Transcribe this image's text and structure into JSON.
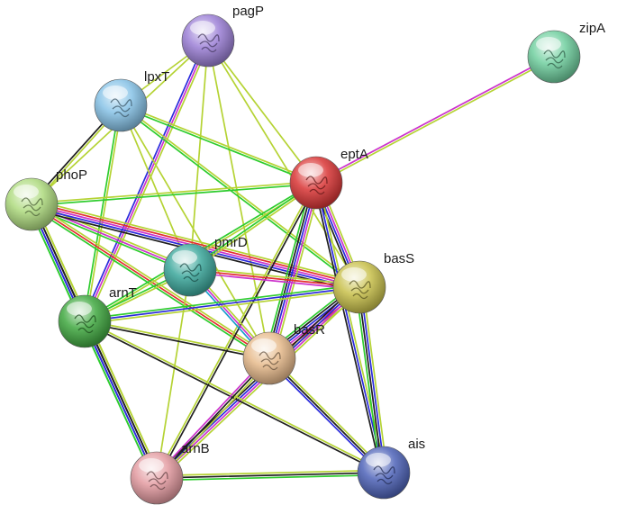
{
  "network": {
    "nodes": [
      {
        "id": "pagP",
        "label": "pagP",
        "color": "#9b7fd6"
      },
      {
        "id": "zipA",
        "label": "zipA",
        "color": "#6fcf9f"
      },
      {
        "id": "lpxT",
        "label": "lpxT",
        "color": "#86c2e6"
      },
      {
        "id": "eptA",
        "label": "eptA",
        "color": "#d93535"
      },
      {
        "id": "phoP",
        "label": "phoP",
        "color": "#aedb7e"
      },
      {
        "id": "pmrD",
        "label": "pmrD",
        "color": "#3aa79b"
      },
      {
        "id": "basS",
        "label": "basS",
        "color": "#c8c04a"
      },
      {
        "id": "arnT",
        "label": "arnT",
        "color": "#3fa83f"
      },
      {
        "id": "basR",
        "label": "basR",
        "color": "#e6b98b"
      },
      {
        "id": "arnB",
        "label": "arnB",
        "color": "#e39aa0"
      },
      {
        "id": "ais",
        "label": "ais",
        "color": "#4d62b8"
      }
    ],
    "evidence_colors": {
      "textmining": "#b5d334",
      "coexpression": "#1f1f1f",
      "experiments": "#cc33cc",
      "databases": "#1a9ccc",
      "neighborhood": "#2ecc2e",
      "fusion": "#e33030",
      "cooccurrence": "#2a2adc"
    },
    "edges": [
      {
        "source": "pagP",
        "target": "lpxT",
        "evidence": [
          "textmining"
        ]
      },
      {
        "source": "pagP",
        "target": "phoP",
        "evidence": [
          "textmining"
        ]
      },
      {
        "source": "pagP",
        "target": "eptA",
        "evidence": [
          "textmining"
        ]
      },
      {
        "source": "pagP",
        "target": "arnT",
        "evidence": [
          "textmining",
          "experiments",
          "cooccurrence"
        ]
      },
      {
        "source": "pagP",
        "target": "pmrD",
        "evidence": [
          "textmining"
        ]
      },
      {
        "source": "pagP",
        "target": "basS",
        "evidence": [
          "textmining"
        ]
      },
      {
        "source": "pagP",
        "target": "basR",
        "evidence": [
          "textmining"
        ]
      },
      {
        "source": "zipA",
        "target": "eptA",
        "evidence": [
          "textmining",
          "experiments"
        ]
      },
      {
        "source": "lpxT",
        "target": "phoP",
        "evidence": [
          "textmining",
          "coexpression"
        ]
      },
      {
        "source": "lpxT",
        "target": "eptA",
        "evidence": [
          "textmining",
          "neighborhood"
        ]
      },
      {
        "source": "lpxT",
        "target": "arnT",
        "evidence": [
          "textmining",
          "neighborhood"
        ]
      },
      {
        "source": "lpxT",
        "target": "basS",
        "evidence": [
          "textmining",
          "neighborhood"
        ]
      },
      {
        "source": "lpxT",
        "target": "basR",
        "evidence": [
          "textmining"
        ]
      },
      {
        "source": "lpxT",
        "target": "pmrD",
        "evidence": [
          "textmining"
        ]
      },
      {
        "source": "phoP",
        "target": "eptA",
        "evidence": [
          "textmining",
          "neighborhood"
        ]
      },
      {
        "source": "phoP",
        "target": "pmrD",
        "evidence": [
          "textmining",
          "experiments",
          "neighborhood"
        ]
      },
      {
        "source": "phoP",
        "target": "basS",
        "evidence": [
          "textmining",
          "fusion",
          "experiments",
          "cooccurrence",
          "coexpression"
        ]
      },
      {
        "source": "phoP",
        "target": "basR",
        "evidence": [
          "textmining",
          "fusion",
          "neighborhood"
        ]
      },
      {
        "source": "phoP",
        "target": "arnT",
        "evidence": [
          "textmining",
          "coexpression",
          "cooccurrence",
          "neighborhood"
        ]
      },
      {
        "source": "phoP",
        "target": "arnB",
        "evidence": [
          "textmining",
          "coexpression",
          "cooccurrence",
          "neighborhood"
        ]
      },
      {
        "source": "eptA",
        "target": "basS",
        "evidence": [
          "textmining",
          "experiments",
          "cooccurrence",
          "coexpression"
        ]
      },
      {
        "source": "eptA",
        "target": "basR",
        "evidence": [
          "textmining",
          "experiments",
          "cooccurrence",
          "coexpression",
          "neighborhood"
        ]
      },
      {
        "source": "eptA",
        "target": "arnT",
        "evidence": [
          "textmining",
          "neighborhood"
        ]
      },
      {
        "source": "eptA",
        "target": "pmrD",
        "evidence": [
          "textmining",
          "neighborhood"
        ]
      },
      {
        "source": "eptA",
        "target": "ais",
        "evidence": [
          "textmining",
          "cooccurrence",
          "coexpression"
        ]
      },
      {
        "source": "eptA",
        "target": "arnB",
        "evidence": [
          "coexpression",
          "textmining"
        ]
      },
      {
        "source": "pmrD",
        "target": "basS",
        "evidence": [
          "textmining",
          "fusion",
          "experiments"
        ]
      },
      {
        "source": "pmrD",
        "target": "basR",
        "evidence": [
          "textmining",
          "experiments",
          "databases"
        ]
      },
      {
        "source": "pmrD",
        "target": "arnT",
        "evidence": [
          "textmining",
          "neighborhood"
        ]
      },
      {
        "source": "pmrD",
        "target": "arnB",
        "evidence": [
          "textmining"
        ]
      },
      {
        "source": "basS",
        "target": "basR",
        "evidence": [
          "textmining",
          "fusion",
          "experiments",
          "cooccurrence",
          "coexpression",
          "neighborhood"
        ]
      },
      {
        "source": "basS",
        "target": "arnT",
        "evidence": [
          "textmining",
          "cooccurrence",
          "neighborhood"
        ]
      },
      {
        "source": "basS",
        "target": "ais",
        "evidence": [
          "textmining",
          "cooccurrence",
          "coexpression",
          "neighborhood"
        ]
      },
      {
        "source": "basS",
        "target": "arnB",
        "evidence": [
          "textmining",
          "experiments",
          "cooccurrence",
          "coexpression"
        ]
      },
      {
        "source": "arnT",
        "target": "basR",
        "evidence": [
          "textmining",
          "coexpression"
        ]
      },
      {
        "source": "arnT",
        "target": "arnB",
        "evidence": [
          "textmining",
          "coexpression",
          "cooccurrence",
          "neighborhood"
        ]
      },
      {
        "source": "arnT",
        "target": "ais",
        "evidence": [
          "textmining",
          "coexpression"
        ]
      },
      {
        "source": "basR",
        "target": "ais",
        "evidence": [
          "textmining",
          "coexpression",
          "cooccurrence"
        ]
      },
      {
        "source": "basR",
        "target": "arnB",
        "evidence": [
          "textmining",
          "coexpression",
          "experiments"
        ]
      },
      {
        "source": "arnB",
        "target": "ais",
        "evidence": [
          "textmining",
          "coexpression",
          "neighborhood"
        ]
      }
    ]
  }
}
